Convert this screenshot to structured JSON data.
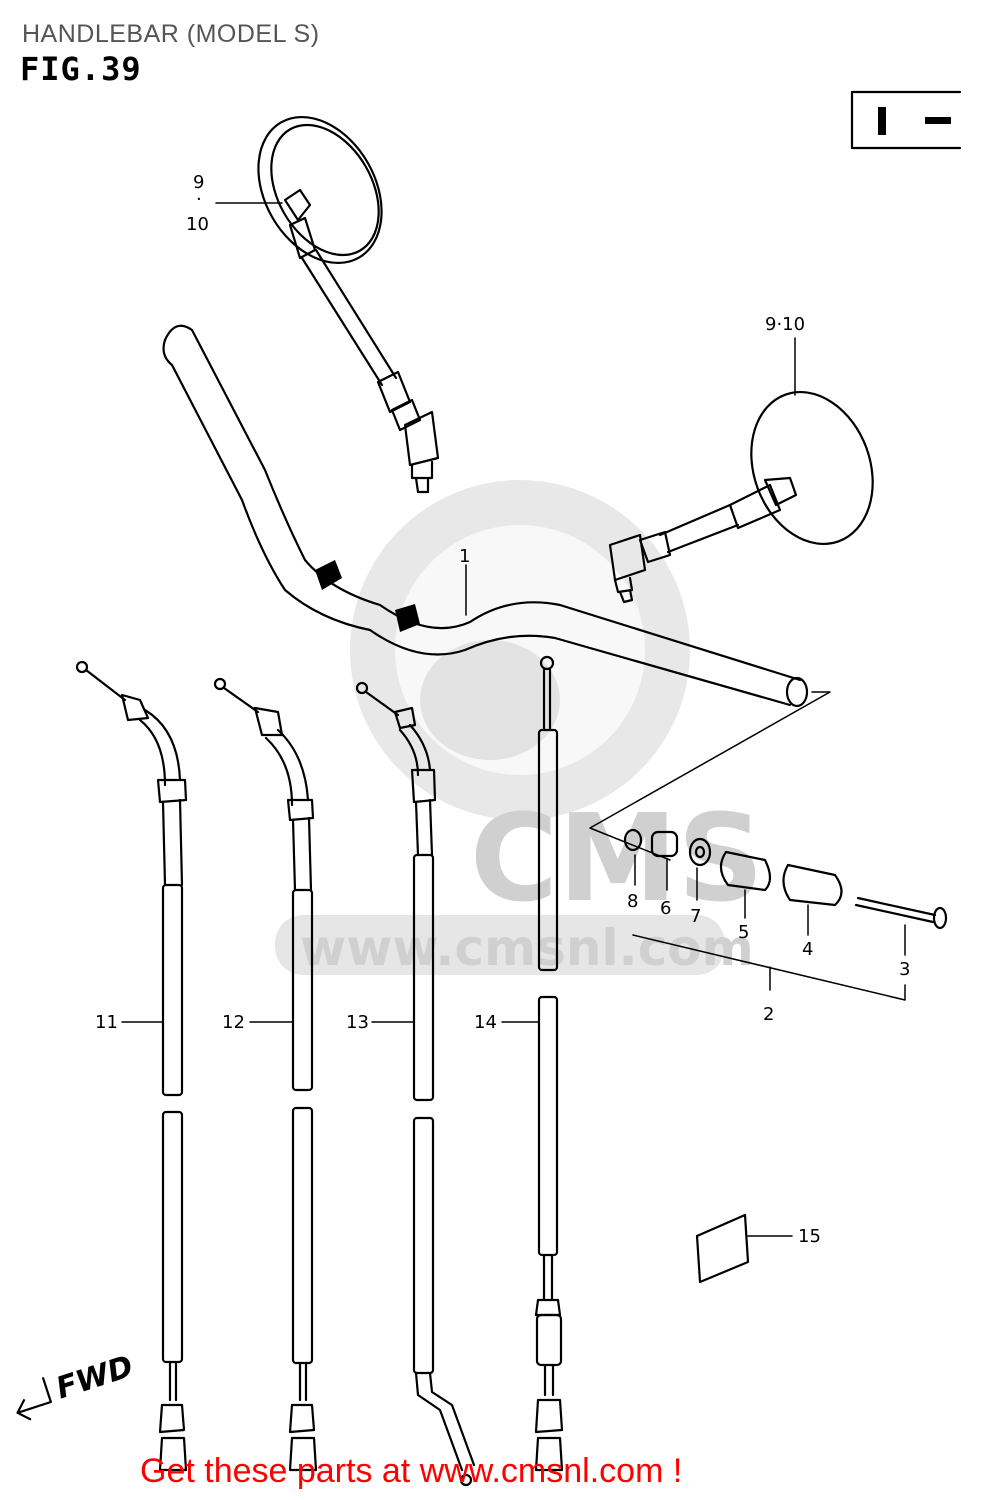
{
  "header": {
    "title": "HANDLEBAR (MODEL S)",
    "figure": "FIG.39"
  },
  "badge": {
    "text": "I –"
  },
  "watermark": {
    "text": "www.cmsnl.com",
    "logo_text": "CMS"
  },
  "direction": {
    "label": "FWD"
  },
  "callouts": {
    "p1": "1",
    "p2": "2",
    "p3": "3",
    "p4": "4",
    "p5": "5",
    "p6": "6",
    "p7": "7",
    "p8": "8",
    "p9_10_left_top": "9",
    "p9_10_left_bottom": "10",
    "p9_10_right": "9·10",
    "p11": "11",
    "p12": "12",
    "p13": "13",
    "p14": "14",
    "p15": "15"
  },
  "footer": {
    "text": "Get these parts at www.cmsnl.com !"
  },
  "colors": {
    "line": "#000000",
    "watermark": "#d6d6d6",
    "footer": "#ff0000",
    "title": "#555555"
  }
}
